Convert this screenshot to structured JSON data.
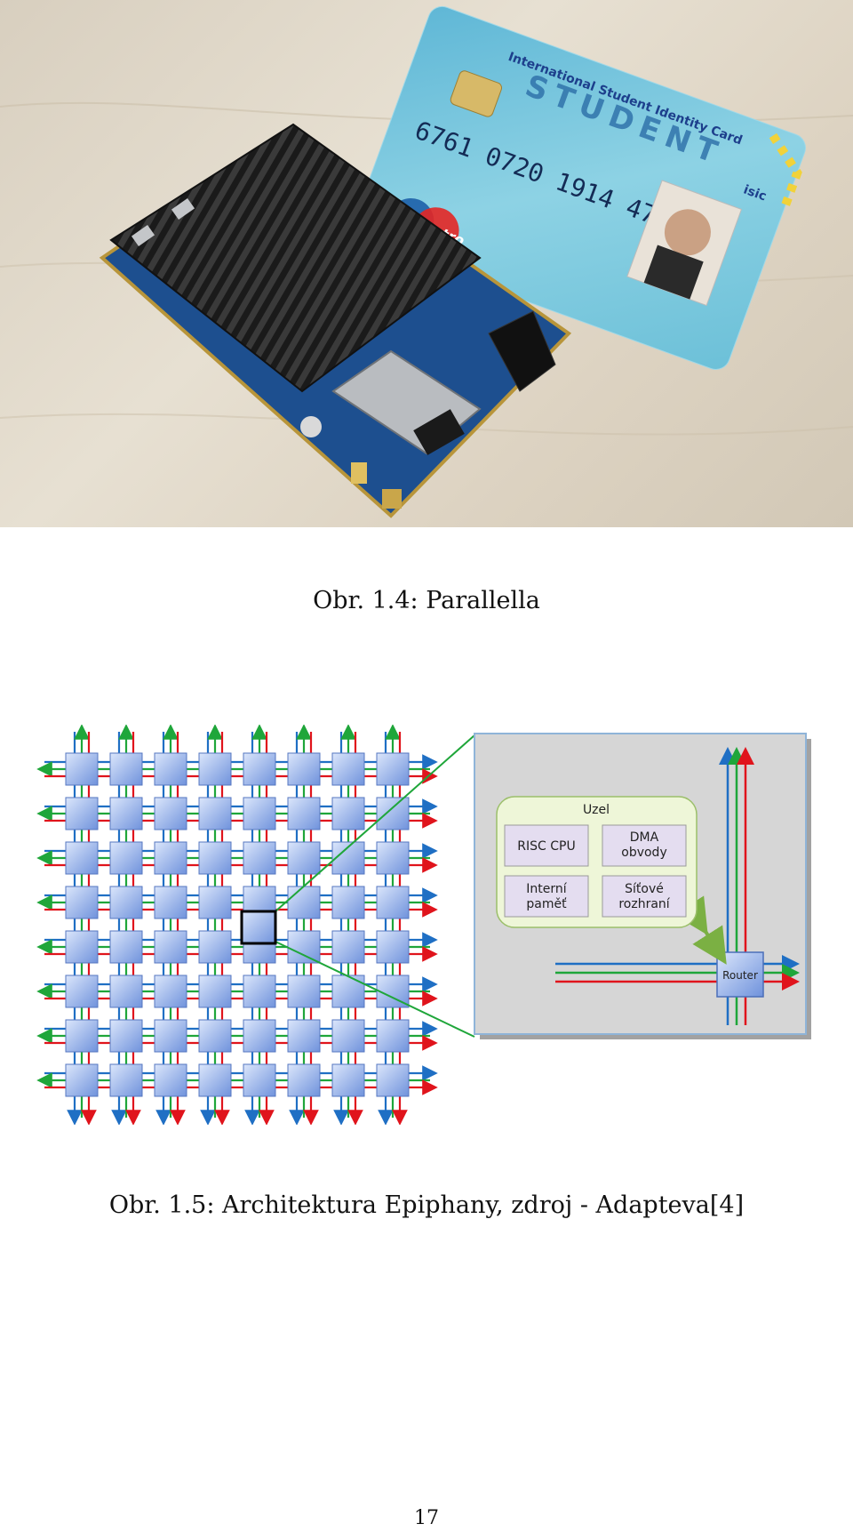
{
  "figure_1_4": {
    "caption": "Obr. 1.4: Parallella",
    "photo": {
      "card": {
        "header": "International Student Identity Card",
        "title": "STUDENT",
        "number": "6761 0720 1914 4786",
        "brand": "Maestro",
        "card_code": "isic"
      }
    }
  },
  "figure_1_5": {
    "caption": "Obr. 1.5: Architektura Epiphany, zdroj - Adapteva[4]",
    "node": {
      "title": "Uzel",
      "blocks": [
        "RISC CPU",
        "DMA obvody",
        "Interní paměť",
        "Síťové rozhraní"
      ],
      "router": "Router"
    },
    "colors": {
      "core_fill": "#7f9fe0",
      "link_blue": "#1f6fc4",
      "link_green": "#1fa63a",
      "link_red": "#e0141c",
      "zoom_line": "#1fa63a",
      "panel": "#d6d6d6",
      "node_fill": "#eef6d8"
    }
  },
  "page_number": "17"
}
